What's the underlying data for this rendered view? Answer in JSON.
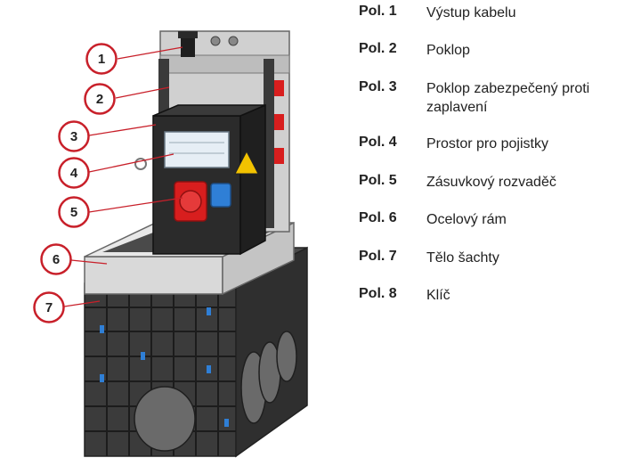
{
  "legend": [
    {
      "pos": "Pol. 1",
      "text": "Výstup kabelu"
    },
    {
      "pos": "Pol. 2",
      "text": "Poklop"
    },
    {
      "pos": "Pol. 3",
      "text": "Poklop zabezpečený proti zaplavení"
    },
    {
      "pos": "Pol. 4",
      "text": "Prostor pro pojistky"
    },
    {
      "pos": "Pol. 5",
      "text": "Zásuvkový rozvaděč"
    },
    {
      "pos": "Pol. 6",
      "text": "Ocelový rám"
    },
    {
      "pos": "Pol. 7",
      "text": "Tělo šachty"
    },
    {
      "pos": "Pol. 8",
      "text": "Klíč"
    }
  ],
  "callouts": [
    "1",
    "2",
    "3",
    "4",
    "5",
    "6",
    "7"
  ],
  "colors": {
    "callout_ring": "#c8202a",
    "leader_line": "#c8202a",
    "socket_red": "#d81e1e",
    "socket_blue": "#2f7fd6",
    "warning_yellow": "#f2c200",
    "chamber_body": "#3a3a3a",
    "steel_frame": "#d6d6d6"
  }
}
